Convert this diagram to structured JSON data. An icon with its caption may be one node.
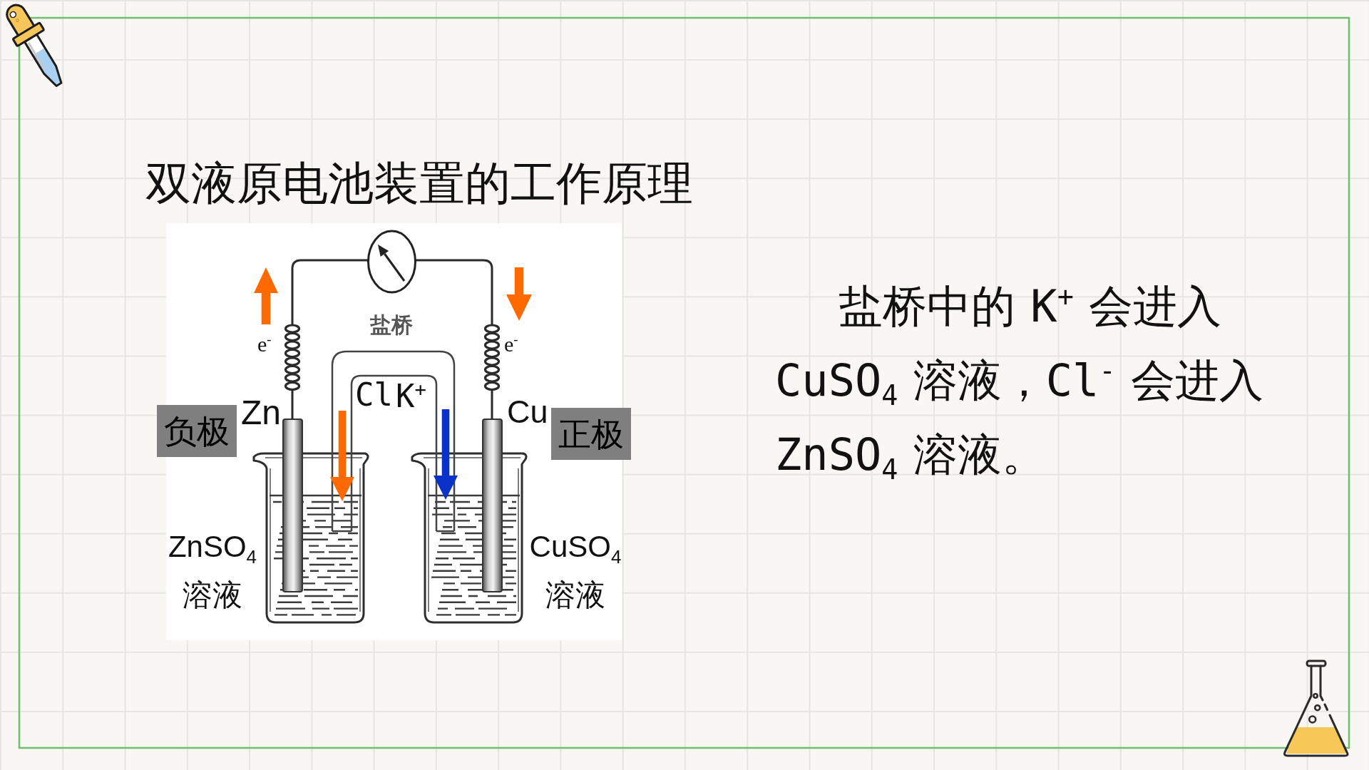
{
  "diagram": {
    "title": "双液原电池装置的工作原理",
    "nodes": [
      {
        "text": [
          "负极"
        ]
      },
      {
        "text": [
          "正极"
        ]
      }
    ],
    "labels": [
      "盐桥",
      "e$^{-}$",
      "e$^{-}$",
      "Cl",
      "K$^{+}$",
      "Zn",
      "Cu",
      "ZnSO$_{4}$溶液",
      "CuSO$_{4}$溶液",
      "盐桥中的 K$^{+}$ 会进入CuSO$_{4}$ 溶液，Cl$^{-}$ 会进入ZnSO$_{4}$ 溶液。"
    ]
  }
}
